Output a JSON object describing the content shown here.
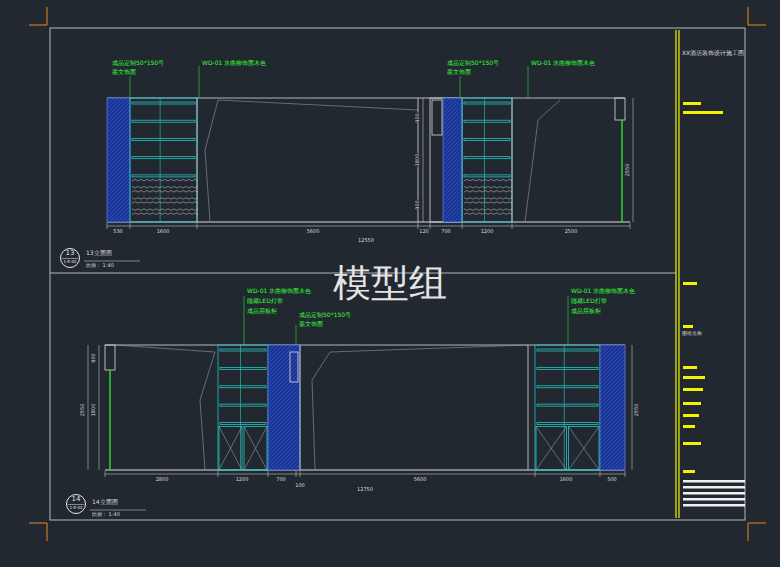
{
  "diagram": {
    "nodes": [
      {
        "text": [
          "13",
          "1-E-02"
        ]
      },
      {
        "text": [
          "14",
          "1-E-02"
        ]
      }
    ],
    "edges": [],
    "labels": [
      "成品定制50*150号",
      "墨文饰面",
      "WD-01 水曲柳饰面木色",
      "成品定制50*150号",
      "墨文饰面",
      "WD-01 水曲柳饰面木色",
      "530",
      "1600",
      "5600",
      "120",
      "700",
      "1200",
      "2500",
      "12550",
      "900",
      "1800",
      "900",
      "2550",
      "13立面图",
      "比例： 1:40",
      "WD-01 水曲柳饰面木色",
      "隐藏LED灯带",
      "成品层板柜",
      "成品定制50*150号",
      "墨文饰面",
      "WD-01 水曲柳饰面木色",
      "隐藏LED灯带",
      "成品层板柜",
      "2800",
      "1200",
      "700",
      "100",
      "5600",
      "1600",
      "500",
      "12750",
      "900",
      "1800",
      "2550",
      "2550",
      "14立面图",
      "比例： 1:40",
      "模型组",
      "XX酒店装饰设计施工图",
      "图纸名称"
    ]
  }
}
